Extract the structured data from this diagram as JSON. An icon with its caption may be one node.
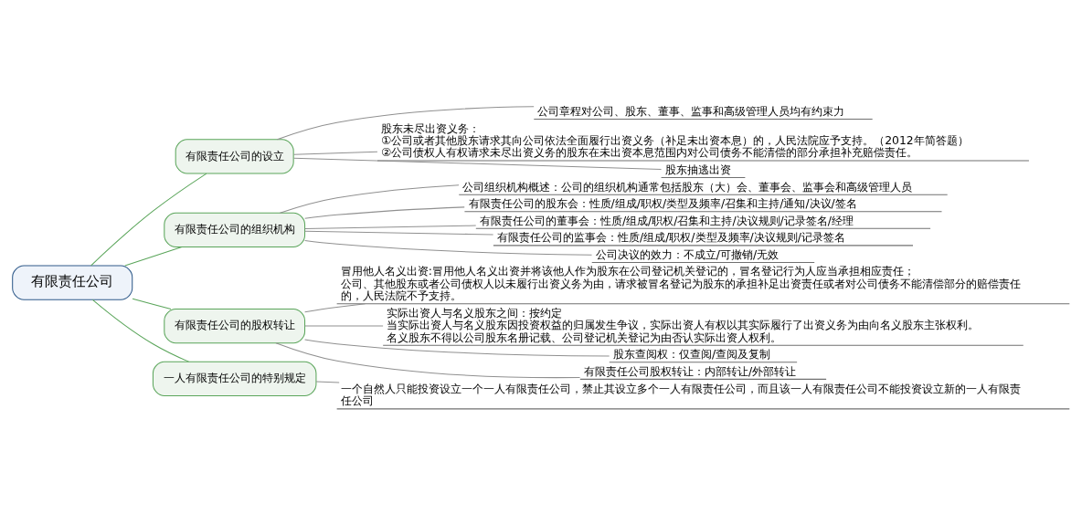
{
  "diagram": {
    "nodes": [
      {
        "text": [
          "有限责任公司"
        ]
      },
      {
        "text": [
          "有限责任公司的设立"
        ]
      },
      {
        "text": [
          "公司章程对公司、股东、董事、监事和高级管理人员均有约束力"
        ]
      },
      {
        "text": [
          "股东未尽出资义务：",
          "①公司或者其他股东请求其向公司依法全面履行出资义务（补足未出资本息）的，人民法院应予支持。（2012年简答题）",
          "②公司债权人有权请求未尽出资义务的股东在未出资本息范围内对公司债务不能清偿的部分承担补充赔偿责任。"
        ]
      },
      {
        "text": [
          "股东抽逃出资"
        ]
      },
      {
        "text": [
          "有限责任公司的组织机构"
        ]
      },
      {
        "text": [
          "公司组织机构概述：公司的组织机构通常包括股东（大）会、董事会、监事会和高级管理人员"
        ]
      },
      {
        "text": [
          "有限责任公司的股东会：性质/组成/职权/类型及频率/召集和主持/通知/决议/签名"
        ]
      },
      {
        "text": [
          "有限责任公司的董事会：性质/组成/职权/召集和主持/决议规则/记录签名/经理"
        ]
      },
      {
        "text": [
          "有限责任公司的监事会：性质/组成/职权/类型及频率/决议规则/记录签名"
        ]
      },
      {
        "text": [
          "公司决议的效力：不成立/可撤销/无效"
        ]
      },
      {
        "text": [
          "有限责任公司的股权转让"
        ]
      },
      {
        "text": [
          "冒用他人名义出资:冒用他人名义出资并将该他人作为股东在公司登记机关登记的，冒名登记行为人应当承担相应责任；",
          "公司、其他股东或者公司债权人以未履行出资义务为由，请求被冒名登记为股东的承担补足出资责任或者对公司债务不能清偿部分的赔偿责任的，人民法院不予支持。"
        ]
      },
      {
        "text": [
          "实际出资人与名义股东之间：按约定",
          "当实际出资人与名义股东因投资权益的归属发生争议，实际出资人有权以其实际履行了出资义务为由向名义股东主张权利。",
          "名义股东不得以公司股东名册记载、公司登记机关登记为由否认实际出资人权利。"
        ]
      },
      {
        "text": [
          "股东查阅权：仅查阅/查阅及复制"
        ]
      },
      {
        "text": [
          "有限责任公司股权转让：内部转让/外部转让"
        ]
      },
      {
        "text": [
          "一人有限责任公司的特别规定"
        ]
      },
      {
        "text": [
          "一个自然人只能投资设立一个一人有限责任公司，禁止其设立多个一人有限责任公司，而且该一人有限责任公司不能投资设立新的一人有限责任公司"
        ]
      }
    ],
    "edges": [
      {
        "from": 0,
        "to": 1,
        "arrow": "none"
      },
      {
        "from": 1,
        "to": 2,
        "arrow": "none"
      },
      {
        "from": 1,
        "to": 3,
        "arrow": "none"
      },
      {
        "from": 1,
        "to": 4,
        "arrow": "none"
      },
      {
        "from": 0,
        "to": 5,
        "arrow": "none"
      },
      {
        "from": 5,
        "to": 6,
        "arrow": "none"
      },
      {
        "from": 5,
        "to": 7,
        "arrow": "none"
      },
      {
        "from": 5,
        "to": 8,
        "arrow": "none"
      },
      {
        "from": 5,
        "to": 9,
        "arrow": "none"
      },
      {
        "from": 5,
        "to": 10,
        "arrow": "none"
      },
      {
        "from": 0,
        "to": 11,
        "arrow": "none"
      },
      {
        "from": 11,
        "to": 12,
        "arrow": "none"
      },
      {
        "from": 11,
        "to": 13,
        "arrow": "none"
      },
      {
        "from": 11,
        "to": 14,
        "arrow": "none"
      },
      {
        "from": 11,
        "to": 15,
        "arrow": "none"
      },
      {
        "from": 0,
        "to": 16,
        "arrow": "none"
      },
      {
        "from": 16,
        "to": 17,
        "arrow": "none"
      }
    ]
  }
}
